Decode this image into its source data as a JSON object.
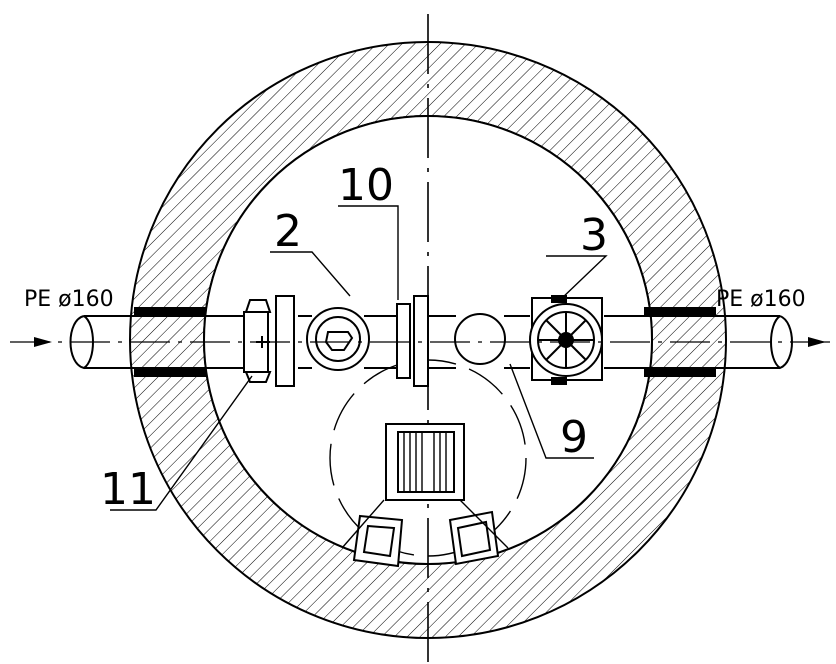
{
  "labels": {
    "pipe_left": "PE ø160",
    "pipe_right": "PE ø160",
    "item_2": "2",
    "item_3": "3",
    "item_9": "9",
    "item_10": "10",
    "item_11": "11"
  },
  "colors": {
    "line": "#000000",
    "background": "#ffffff"
  }
}
